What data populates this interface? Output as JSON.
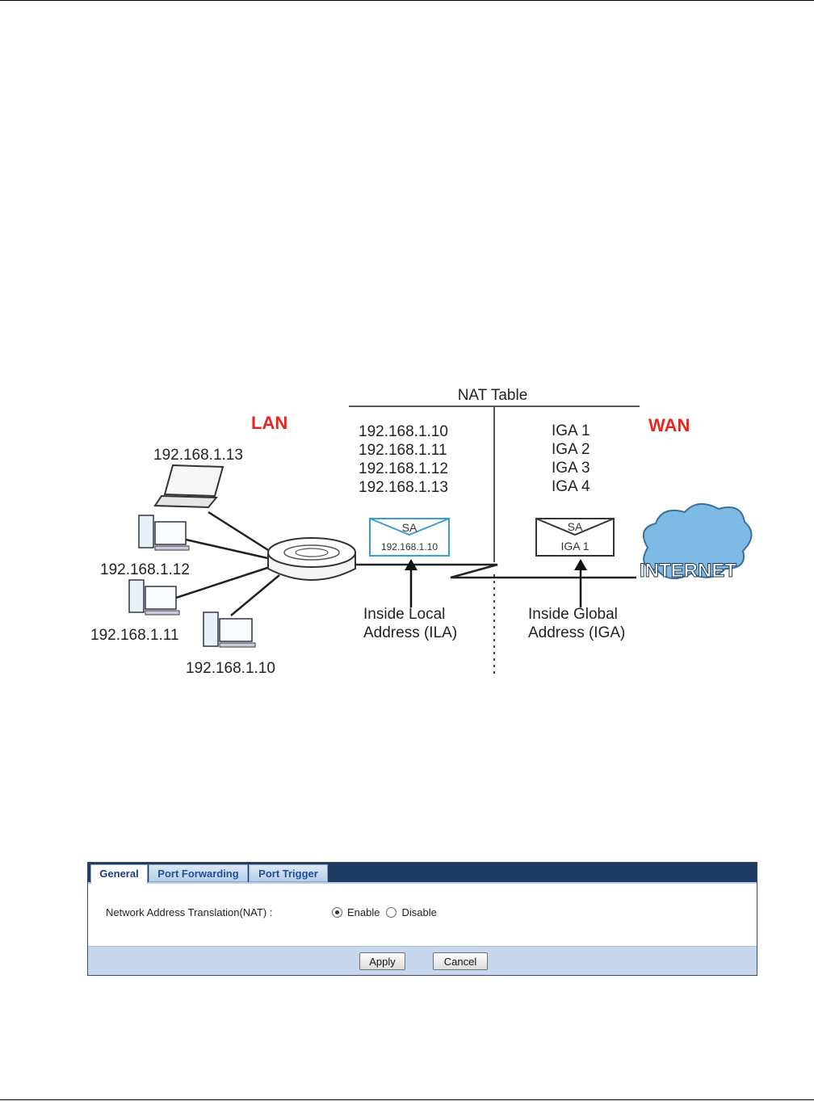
{
  "diagram": {
    "nat_table_title": "NAT Table",
    "lan_label": "LAN",
    "wan_label": "WAN",
    "local_addresses": [
      "192.168.1.10",
      "192.168.1.11",
      "192.168.1.12",
      "192.168.1.13"
    ],
    "global_addresses": [
      "IGA 1",
      "IGA 2",
      "IGA 3",
      "IGA 4"
    ],
    "hosts": {
      "laptop": "192.168.1.13",
      "pc_top": "192.168.1.12",
      "pc_mid": "192.168.1.11",
      "pc_bottom": "192.168.1.10"
    },
    "packet_left": {
      "header": "SA",
      "value": "192.168.1.10"
    },
    "packet_right": {
      "header": "SA",
      "value": "IGA 1"
    },
    "ila_label": [
      "Inside Local",
      "Address (ILA)"
    ],
    "iga_label": [
      "Inside Global",
      "Address (IGA)"
    ],
    "internet_label": "INTERNET",
    "colors": {
      "zone_label": "#e8251f",
      "packet_left_border": "#3a9fd0",
      "cloud": "#7dbbe6"
    }
  },
  "panel": {
    "tabs": [
      {
        "label": "General",
        "active": true
      },
      {
        "label": "Port Forwarding",
        "active": false
      },
      {
        "label": "Port Trigger",
        "active": false
      }
    ],
    "nat_label": "Network Address Translation(NAT) :",
    "options": {
      "enable": "Enable",
      "disable": "Disable",
      "selected": "Enable"
    },
    "apply_label": "Apply",
    "cancel_label": "Cancel"
  }
}
